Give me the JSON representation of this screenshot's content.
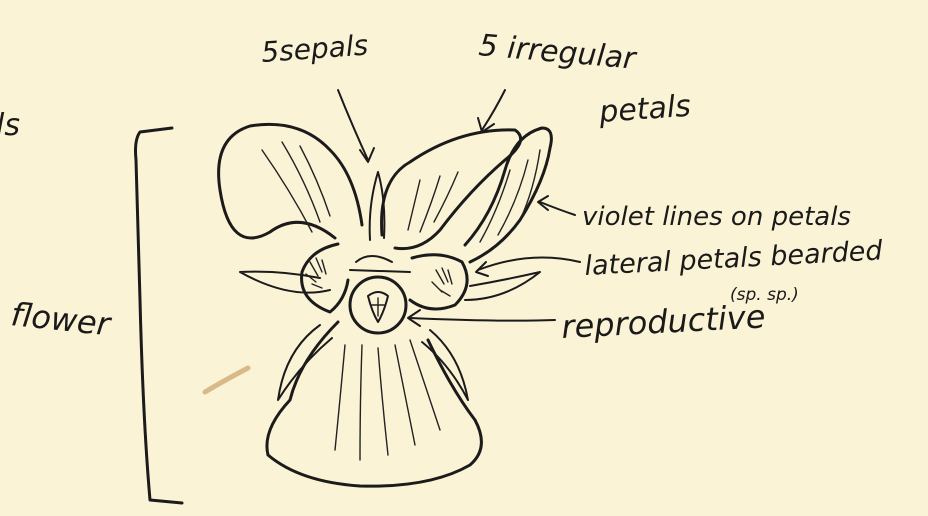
{
  "labels": {
    "partial_left": "ls",
    "sepals": "5sepals",
    "petals_line1": "5 irregular",
    "petals_line2": "petals",
    "violet_lines": "violet lines on petals",
    "lateral_petals": "lateral petals bearded",
    "species_note": "(sp. sp.)",
    "reproductive": "reproductive",
    "flower": "flower"
  },
  "colors": {
    "paper": "#fbf3d6",
    "ink": "#1b1b1b",
    "smudge": "#c9a06a"
  }
}
